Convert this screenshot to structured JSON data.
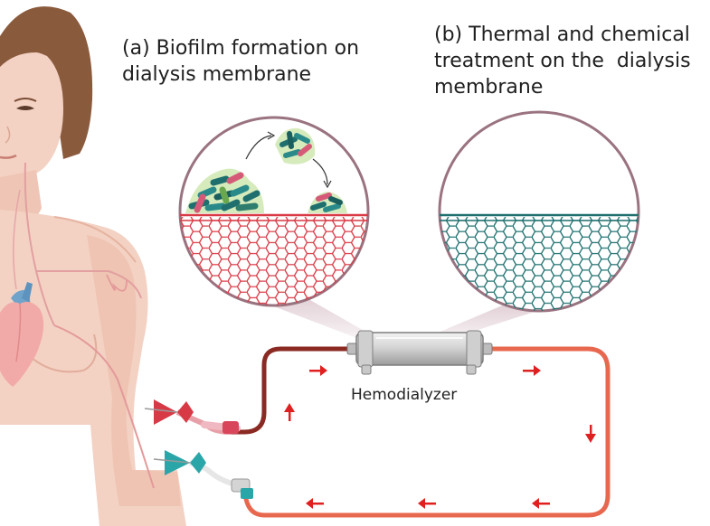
{
  "panel_a": {
    "line1": "(a) Biofilm formation on",
    "line2": "dialysis membrane"
  },
  "panel_b": {
    "line1": "(b) Thermal and chemical",
    "line2": "treatment on the  dialysis",
    "line3": "membrane"
  },
  "device": {
    "label": "Hemodialyzer"
  },
  "colors": {
    "biofilm_membrane": "#d83a45",
    "clean_membrane": "#1f6f6f",
    "venous_line": "#8a2a22",
    "arterial_line": "#e8684f",
    "flow_arrow": "#e02020",
    "skin": "#f3d2c4",
    "hair": "#8a5a3c",
    "lens_border": "#9a7380"
  },
  "icons": [
    "person-illustration",
    "heart-icon",
    "bacteria-cluster",
    "membrane-mesh",
    "dialyzer-cartridge",
    "needle-red",
    "needle-teal",
    "flow-arrow"
  ]
}
